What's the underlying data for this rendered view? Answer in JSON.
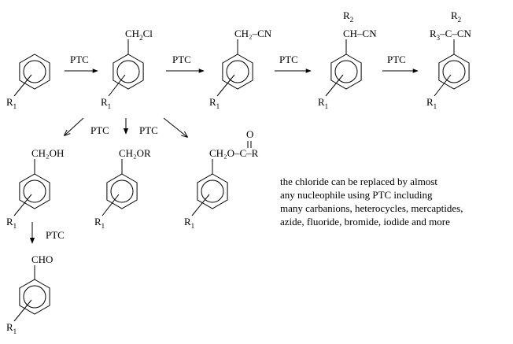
{
  "reagent": "PTC",
  "labels": {
    "r1": "R",
    "sub1": "1",
    "r2": "R",
    "sub2": "2",
    "r3": "R",
    "sub3": "3",
    "ch2": "CH",
    "sub_2": "2",
    "cl": "Cl",
    "ch2cn": "CH₂–CN",
    "chcn": "CH–CN",
    "ccn": "–C–CN",
    "ch2oh": "CH₂OH",
    "ch2or": "CH₂OR",
    "ch2o_c_r": "CH₂O–C–R",
    "o": "O",
    "cho": "CHO"
  },
  "note": {
    "lines": [
      "the chloride can be replaced by almost",
      "any nucleophile using PTC including",
      "many carbanions, heterocycles, mercaptides,",
      "azide, fluoride, bromide, iodide and more"
    ]
  }
}
